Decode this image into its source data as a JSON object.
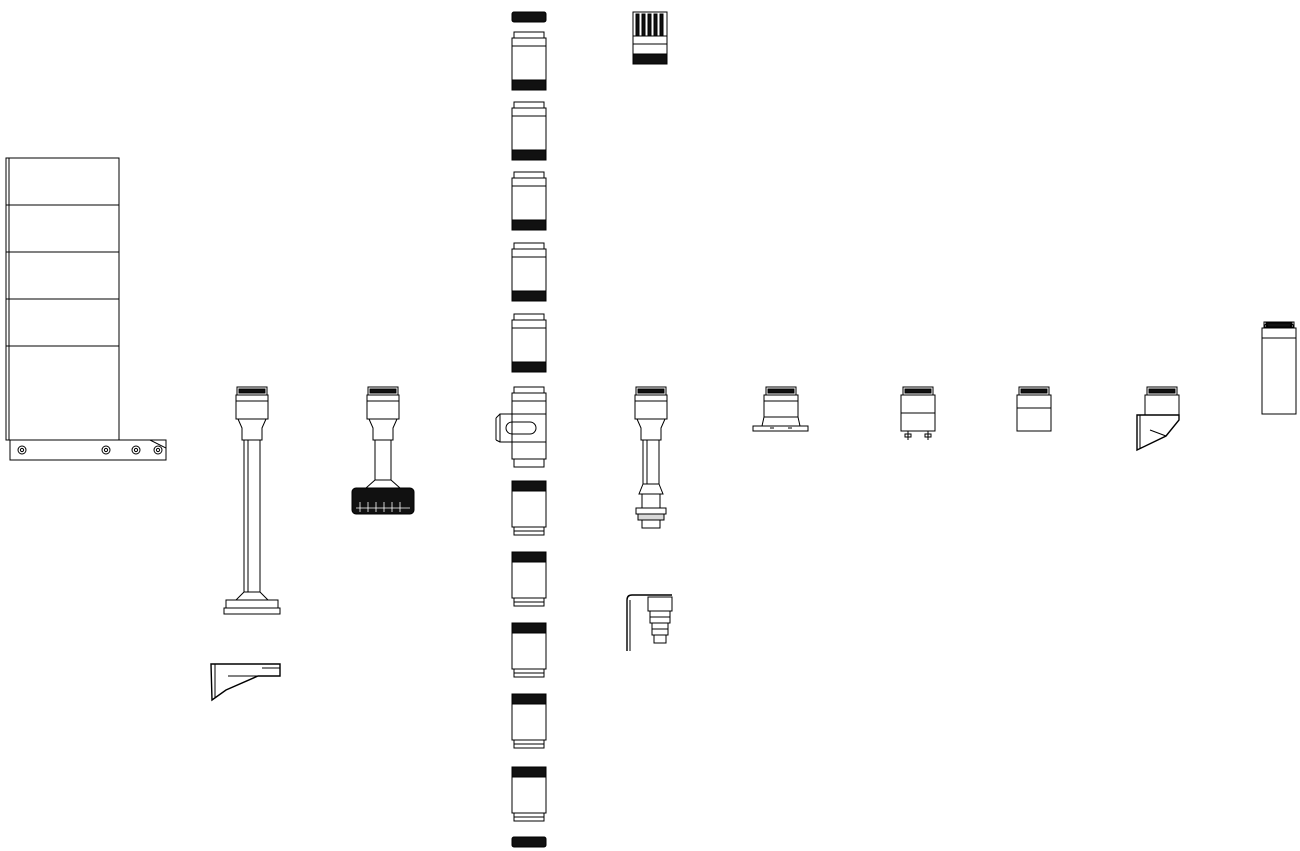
{
  "drawing": {
    "kind": "signal tower (stack light) modular components, exploded line drawing",
    "colors": {
      "background": "#ffffff",
      "line": "#000000",
      "fill_dark": "#111111",
      "fill_light": "#d9d9d9"
    },
    "parts": [
      "wall-panel-bracket",
      "pole-mount-long",
      "wall-bracket-lower",
      "weighted-base-mount",
      "stacked-light-modules",
      "buzzer-top-cap",
      "side-clamp-module",
      "tube-mount-threaded",
      "angle-bracket-clamp",
      "flange-base-mount",
      "terminal-base",
      "base-module-plain",
      "angle-wall-mount",
      "tall-single-module"
    ]
  }
}
